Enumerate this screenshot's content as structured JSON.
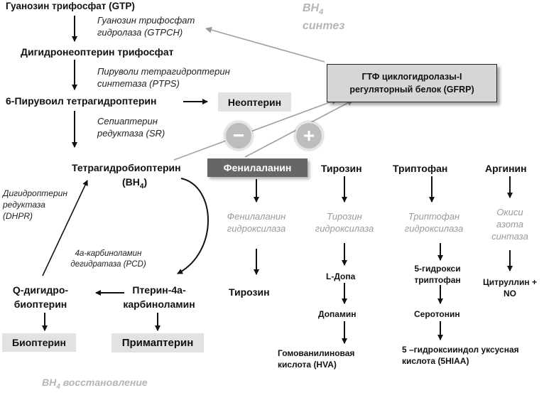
{
  "pathway": {
    "gtp": "Гуанозин трифосфат (GTP)",
    "gtpch": "Гуанозин трифосфат гидролаза (GTPCH)",
    "dhnp": "Дигидронеоптерин трифосфат",
    "ptps": "Пируволи тетрагидроптерин синтетаза (PTPS)",
    "ptp": "6-Пирувоил тетрагидроптерин",
    "neopterin": "Неоптерин",
    "sr": "Сепиаптерин редуктаза (SR)",
    "bh4_line1": "Тетрагидробиоптерин",
    "bh4_line2_a": "(BH",
    "bh4_sub": "4",
    "bh4_line2_b": ")"
  },
  "synthesis_label": {
    "a": "BH",
    "sub": "4",
    "b": "синтез"
  },
  "gfrp": "ГТФ циклогидролазы-I регуляторный белок (GFRP)",
  "regulation": {
    "minus": "−",
    "plus": "+"
  },
  "recycling": {
    "dhpr": "Дигидроптерин редуктаза (DHPR)",
    "pcd": "4а-карбиноламин дегидратаза (PCD)",
    "qdhb": "Q-дигидро- биоптерин",
    "carbinolamine": "Птерин-4а- карбиноламин",
    "biopterin": "Биоптерин",
    "primapterin": "Примаптерин",
    "label_a": "BH",
    "label_sub": "4",
    "label_b": "восстановление"
  },
  "amino_acids": {
    "phe": {
      "name": "Фенилаланин",
      "enzyme": "Фенилаланин гидроксилаза",
      "product": "Тирозин"
    },
    "tyr": {
      "name": "Тирозин",
      "enzyme": "Тирозин гидроксилаза",
      "p1": "L-Допа",
      "p2": "Допамин",
      "p3": "Гомованилиновая кислота (HVA)"
    },
    "trp": {
      "name": "Триптофан",
      "enzyme": "Триптофан гидроксилаза",
      "p1": "5-гидрокси триптофан",
      "p2": "Серотонин",
      "p3": "5 –гидроксииндол уксусная кислота (5HIAA)"
    },
    "arg": {
      "name": "Аргинин",
      "enzyme": "Окиси азота синтаза",
      "p1": "Цитруллин + NO"
    }
  }
}
